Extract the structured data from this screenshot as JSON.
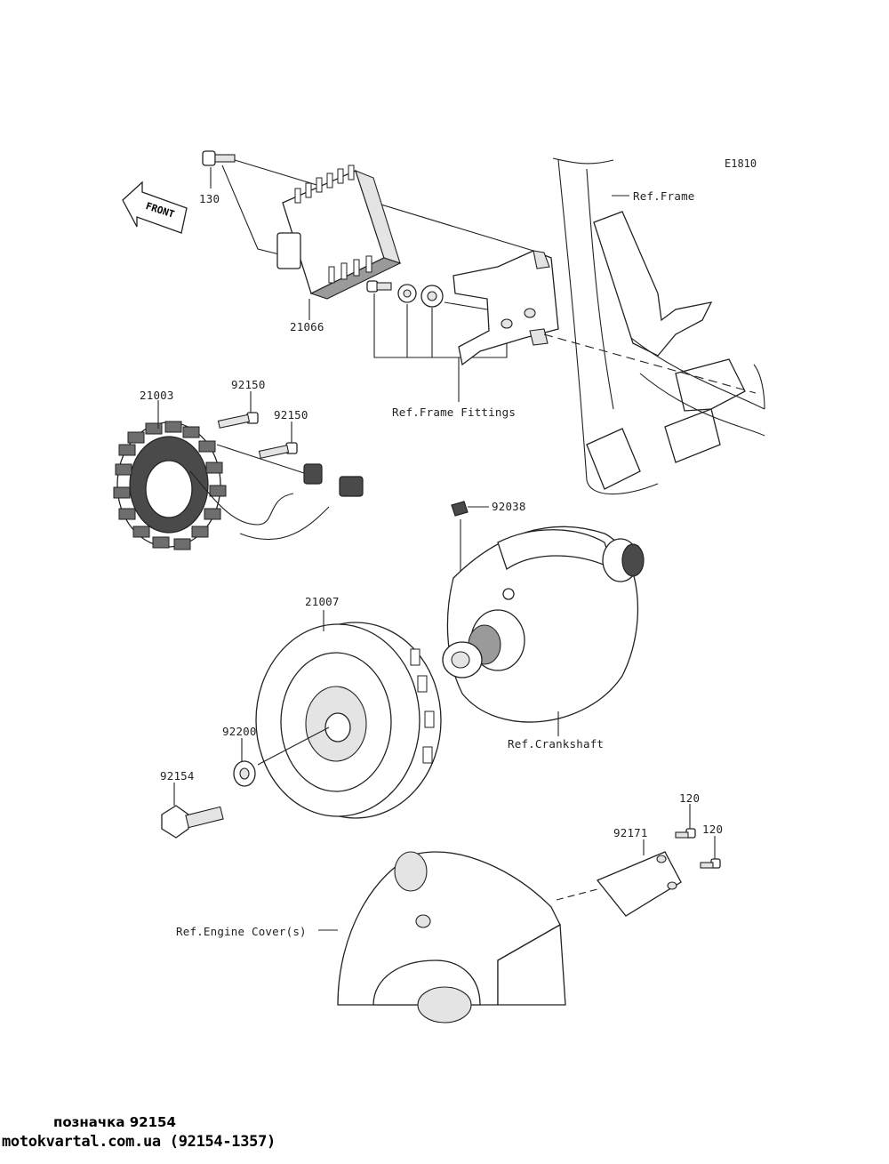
{
  "diagram_code": "E1810",
  "front_arrow_label": "FRONT",
  "parts": {
    "p130": "130",
    "p21066": "21066",
    "p21003": "21003",
    "p92150a": "92150",
    "p92150b": "92150",
    "p92038": "92038",
    "p21007": "21007",
    "p92200": "92200",
    "p92154": "92154",
    "p92171": "92171",
    "p120a": "120",
    "p120b": "120"
  },
  "refs": {
    "frame": "Ref.Frame",
    "frame_fittings": "Ref.Frame Fittings",
    "crankshaft": "Ref.Crankshaft",
    "engine_cover": "Ref.Engine Cover(s)"
  },
  "footer": {
    "line1": "позначка 92154",
    "line2": "motokvartal.com.ua (92154-1357)"
  }
}
